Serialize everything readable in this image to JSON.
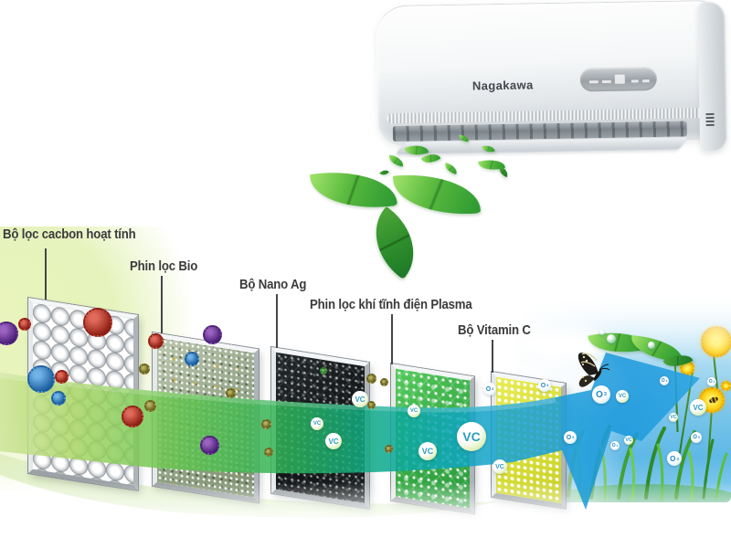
{
  "brand": {
    "logo": "Nagakawa"
  },
  "filter_labels": [
    {
      "id": "activated-carbon",
      "label": "Bộ lọc cacbon hoạt tính"
    },
    {
      "id": "bio",
      "label": "Phin lọc Bio"
    },
    {
      "id": "nano-ag",
      "label": "Bộ Nano Ag"
    },
    {
      "id": "plasma",
      "label": "Phin lọc khí tĩnh điện Plasma"
    },
    {
      "id": "vitamin-c",
      "label": "Bộ Vitamin C"
    }
  ],
  "bubbles": {
    "vitamin_c": "VC",
    "ozone_main": "O",
    "ozone_sup": "3"
  },
  "colors": {
    "flow_green": "#62c24f",
    "flow_teal": "#0aa88b",
    "flow_blue": "#1b98dc",
    "label_text": "#3b3b3d",
    "frame_silver": "#e6e9ea"
  }
}
